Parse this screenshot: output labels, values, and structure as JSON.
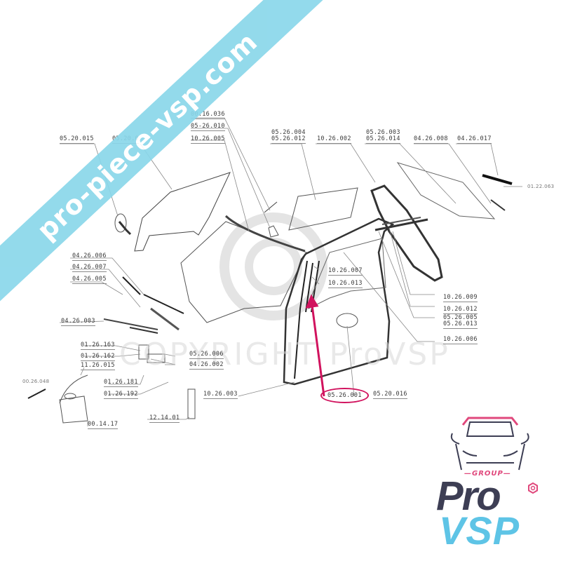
{
  "diagram": {
    "title_watermark": "COPYRIGHT ProVSP",
    "banner_text": "pro-piece-vsp.com",
    "highlighted_part": "05.26.001",
    "labels": {
      "l_05_20_015": "05.20.015",
      "l_05_20_0xx": "05.20.0",
      "l_00_16_036": "00.16.036",
      "l_05_26_010": "05-26.010",
      "l_10_26_005": "10.26.005",
      "l_05_26_004": "05.26.004",
      "l_05_26_012": "05.26.012",
      "l_10_26_002": "10.26.002",
      "l_05_26_003": "05.26.003",
      "l_05_26_014": "05.26.014",
      "l_04_26_008": "04.26.008",
      "l_04_26_017": "04.26.017",
      "l_01_22_063": "01.22.063",
      "l_04_26_006": "04.26.006",
      "l_04_26_007": "04.26.007",
      "l_04_26_005": "04.26.005",
      "l_04_26_003": "04.26.003",
      "l_10_26_007": "10.26.007",
      "l_10_26_013": "10.26.013",
      "l_10_26_009": "10.26.009",
      "l_10_26_012": "10.26.012",
      "l_05_26_005": "05.26.005",
      "l_05_26_013": "05.26.013",
      "l_10_26_006": "10.26.006",
      "l_01_26_163": "01.26.163",
      "l_01_26_162": "01.26.162",
      "l_11_26_015": "11.26.015",
      "l_05_26_006": "05.26.006",
      "l_04_26_002": "04.26.002",
      "l_00_26_048": "00.26.048",
      "l_01_26_181": "01.26.181",
      "l_01_26_192": "01.26.192",
      "l_10_26_003": "10.26.003",
      "l_05_26_001": "05.26.001",
      "l_05_20_016": "05.20.016",
      "l_12_14_01": "12.14.01",
      "l_00_14_17": "00.14.17"
    }
  },
  "logo": {
    "group": "—GROUP—",
    "pro": "Pro",
    "vsp": "VSP",
    "colors": {
      "dark": "#3d3e54",
      "cyan": "#5ec4e6",
      "pink": "#e0487c"
    }
  },
  "colors": {
    "banner": "#8ad7ea",
    "highlight": "#d1135e",
    "line": "#555555"
  }
}
